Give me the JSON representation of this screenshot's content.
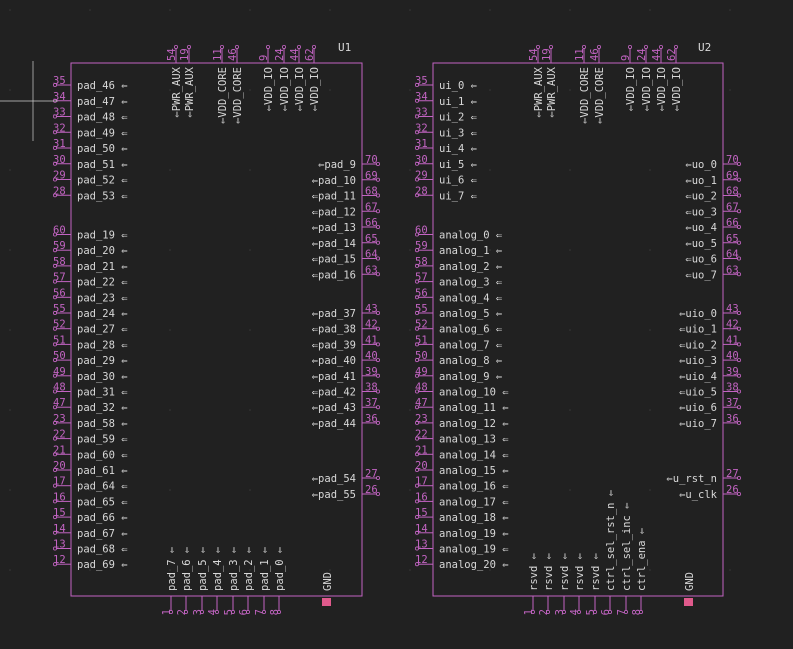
{
  "colors": {
    "background": "#212121",
    "grid_dot": "#3a3a3a",
    "body_outline": "#c264c2",
    "pin_line": "#c264c2",
    "pin_number": "#c264c2",
    "pin_name": "#d8d8d8",
    "reference": "#d8d8d8",
    "cursor": "#cfcfcf",
    "marker": "#e05a8c"
  },
  "components": [
    {
      "reference": "U1",
      "left": [
        {
          "num": "35",
          "name": "pad_46"
        },
        {
          "num": "34",
          "name": "pad_47"
        },
        {
          "num": "33",
          "name": "pad_48"
        },
        {
          "num": "32",
          "name": "pad_49"
        },
        {
          "num": "31",
          "name": "pad_50"
        },
        {
          "num": "30",
          "name": "pad_51"
        },
        {
          "num": "29",
          "name": "pad_52"
        },
        {
          "num": "28",
          "name": "pad_53"
        },
        {
          "num": "60",
          "name": "pad_19"
        },
        {
          "num": "59",
          "name": "pad_20"
        },
        {
          "num": "58",
          "name": "pad_21"
        },
        {
          "num": "57",
          "name": "pad_22"
        },
        {
          "num": "56",
          "name": "pad_23"
        },
        {
          "num": "55",
          "name": "pad_24"
        },
        {
          "num": "52",
          "name": "pad_27"
        },
        {
          "num": "51",
          "name": "pad_28"
        },
        {
          "num": "50",
          "name": "pad_29"
        },
        {
          "num": "49",
          "name": "pad_30"
        },
        {
          "num": "48",
          "name": "pad_31"
        },
        {
          "num": "47",
          "name": "pad_32"
        },
        {
          "num": "23",
          "name": "pad_58"
        },
        {
          "num": "22",
          "name": "pad_59"
        },
        {
          "num": "21",
          "name": "pad_60"
        },
        {
          "num": "20",
          "name": "pad_61"
        },
        {
          "num": "17",
          "name": "pad_64"
        },
        {
          "num": "16",
          "name": "pad_65"
        },
        {
          "num": "15",
          "name": "pad_66"
        },
        {
          "num": "14",
          "name": "pad_67"
        },
        {
          "num": "13",
          "name": "pad_68"
        },
        {
          "num": "12",
          "name": "pad_69"
        }
      ],
      "right": [
        {
          "num": "70",
          "name": "pad_9"
        },
        {
          "num": "69",
          "name": "pad_10"
        },
        {
          "num": "68",
          "name": "pad_11"
        },
        {
          "num": "67",
          "name": "pad_12"
        },
        {
          "num": "66",
          "name": "pad_13"
        },
        {
          "num": "65",
          "name": "pad_14"
        },
        {
          "num": "64",
          "name": "pad_15"
        },
        {
          "num": "63",
          "name": "pad_16"
        },
        {
          "num": "43",
          "name": "pad_37"
        },
        {
          "num": "42",
          "name": "pad_38"
        },
        {
          "num": "41",
          "name": "pad_39"
        },
        {
          "num": "40",
          "name": "pad_40"
        },
        {
          "num": "39",
          "name": "pad_41"
        },
        {
          "num": "38",
          "name": "pad_42"
        },
        {
          "num": "37",
          "name": "pad_43"
        },
        {
          "num": "36",
          "name": "pad_44"
        },
        {
          "num": "27",
          "name": "pad_54"
        },
        {
          "num": "26",
          "name": "pad_55"
        }
      ],
      "top": [
        {
          "num": "54",
          "name": "PWR_AUX"
        },
        {
          "num": "19",
          "name": "PWR_AUX"
        },
        {
          "num": "11",
          "name": "VDD_CORE"
        },
        {
          "num": "46",
          "name": "VDD_CORE"
        },
        {
          "num": "9",
          "name": "VDD_IO"
        },
        {
          "num": "24",
          "name": "VDD_IO"
        },
        {
          "num": "44",
          "name": "VDD_IO"
        },
        {
          "num": "62",
          "name": "VDD_IO"
        }
      ],
      "bottom": [
        {
          "num": "1",
          "name": "pad_7"
        },
        {
          "num": "2",
          "name": "pad_6"
        },
        {
          "num": "3",
          "name": "pad_5"
        },
        {
          "num": "4",
          "name": "pad_4"
        },
        {
          "num": "5",
          "name": "pad_3"
        },
        {
          "num": "6",
          "name": "pad_2"
        },
        {
          "num": "7",
          "name": "pad_1"
        },
        {
          "num": "8",
          "name": "pad_0"
        }
      ],
      "gnd": "GND"
    },
    {
      "reference": "U2",
      "left": [
        {
          "num": "35",
          "name": "ui_0"
        },
        {
          "num": "34",
          "name": "ui_1"
        },
        {
          "num": "33",
          "name": "ui_2"
        },
        {
          "num": "32",
          "name": "ui_3"
        },
        {
          "num": "31",
          "name": "ui_4"
        },
        {
          "num": "30",
          "name": "ui_5"
        },
        {
          "num": "29",
          "name": "ui_6"
        },
        {
          "num": "28",
          "name": "ui_7"
        },
        {
          "num": "60",
          "name": "analog_0"
        },
        {
          "num": "59",
          "name": "analog_1"
        },
        {
          "num": "58",
          "name": "analog_2"
        },
        {
          "num": "57",
          "name": "analog_3"
        },
        {
          "num": "56",
          "name": "analog_4"
        },
        {
          "num": "55",
          "name": "analog_5"
        },
        {
          "num": "52",
          "name": "analog_6"
        },
        {
          "num": "51",
          "name": "analog_7"
        },
        {
          "num": "50",
          "name": "analog_8"
        },
        {
          "num": "49",
          "name": "analog_9"
        },
        {
          "num": "48",
          "name": "analog_10"
        },
        {
          "num": "47",
          "name": "analog_11"
        },
        {
          "num": "23",
          "name": "analog_12"
        },
        {
          "num": "22",
          "name": "analog_13"
        },
        {
          "num": "21",
          "name": "analog_14"
        },
        {
          "num": "20",
          "name": "analog_15"
        },
        {
          "num": "17",
          "name": "analog_16"
        },
        {
          "num": "16",
          "name": "analog_17"
        },
        {
          "num": "15",
          "name": "analog_18"
        },
        {
          "num": "14",
          "name": "analog_19"
        },
        {
          "num": "13",
          "name": "analog_19"
        },
        {
          "num": "12",
          "name": "analog_20"
        }
      ],
      "right": [
        {
          "num": "70",
          "name": "uo_0"
        },
        {
          "num": "69",
          "name": "uo_1"
        },
        {
          "num": "68",
          "name": "uo_2"
        },
        {
          "num": "67",
          "name": "uo_3"
        },
        {
          "num": "66",
          "name": "uo_4"
        },
        {
          "num": "65",
          "name": "uo_5"
        },
        {
          "num": "64",
          "name": "uo_6"
        },
        {
          "num": "63",
          "name": "uo_7"
        },
        {
          "num": "43",
          "name": "uio_0"
        },
        {
          "num": "42",
          "name": "uio_1"
        },
        {
          "num": "41",
          "name": "uio_2"
        },
        {
          "num": "40",
          "name": "uio_3"
        },
        {
          "num": "39",
          "name": "uio_4"
        },
        {
          "num": "38",
          "name": "uio_5"
        },
        {
          "num": "37",
          "name": "uio_6"
        },
        {
          "num": "36",
          "name": "uio_7"
        },
        {
          "num": "27",
          "name": "u_rst_n"
        },
        {
          "num": "26",
          "name": "u_clk"
        }
      ],
      "top": [
        {
          "num": "54",
          "name": "PWR_AUX"
        },
        {
          "num": "19",
          "name": "PWR_AUX"
        },
        {
          "num": "11",
          "name": "VDD_CORE"
        },
        {
          "num": "46",
          "name": "VDD_CORE"
        },
        {
          "num": "9",
          "name": "VDD_IO"
        },
        {
          "num": "24",
          "name": "VDD_IO"
        },
        {
          "num": "44",
          "name": "VDD_IO"
        },
        {
          "num": "62",
          "name": "VDD_IO"
        }
      ],
      "bottom": [
        {
          "num": "1",
          "name": "rsvd"
        },
        {
          "num": "2",
          "name": "rsvd"
        },
        {
          "num": "3",
          "name": "rsvd"
        },
        {
          "num": "4",
          "name": "rsvd"
        },
        {
          "num": "5",
          "name": "rsvd"
        },
        {
          "num": "6",
          "name": "ctrl_sel_rst_n"
        },
        {
          "num": "7",
          "name": "ctrl_sel_inc"
        },
        {
          "num": "8",
          "name": "ctrl_ena"
        }
      ],
      "gnd": "GND"
    }
  ]
}
